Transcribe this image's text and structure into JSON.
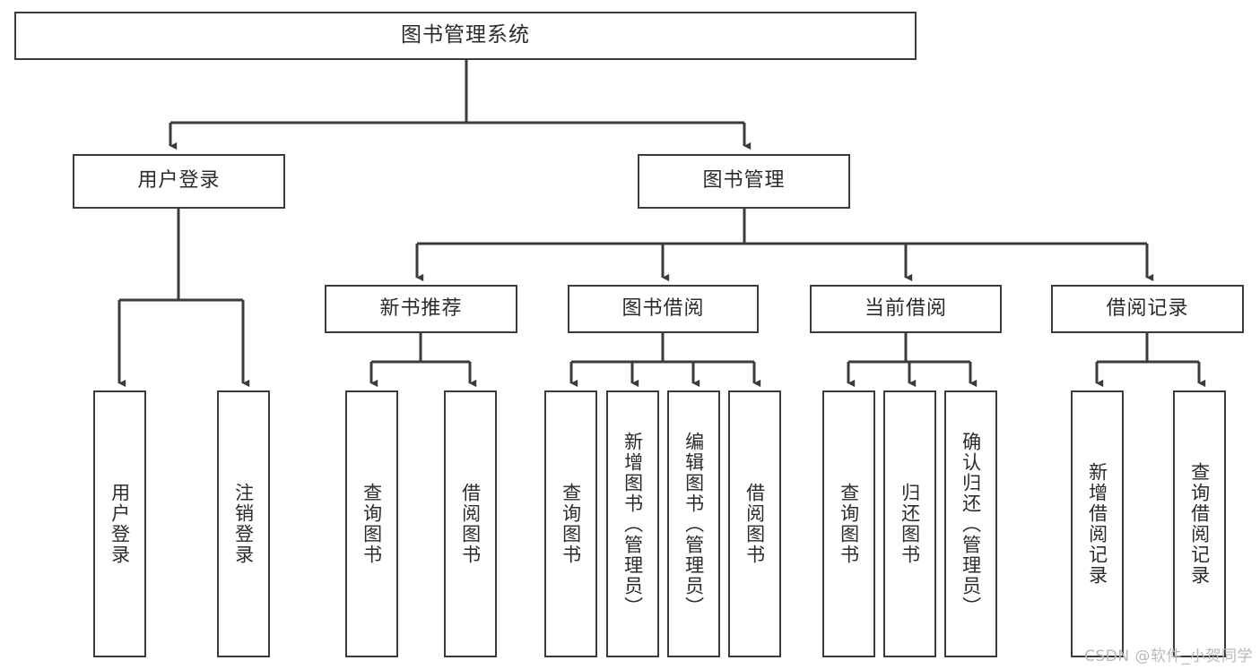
{
  "diagram": {
    "type": "tree-hierarchy-chart",
    "title": "图书管理系统",
    "orientation": "top-down",
    "colors": {
      "box_border": "#3b3b3b",
      "box_fill": "#ffffff",
      "edge": "#3b3b3b",
      "text": "#2b2b2b",
      "background": "#ffffff",
      "watermark": "#b9b9b9"
    },
    "root": {
      "label": "图书管理系统"
    },
    "level2": [
      {
        "label": "用户登录"
      },
      {
        "label": "图书管理"
      }
    ],
    "level3": [
      {
        "label": "新书推荐"
      },
      {
        "label": "图书借阅"
      },
      {
        "label": "当前借阅"
      },
      {
        "label": "借阅记录"
      }
    ],
    "leaves": {
      "user_login": [
        {
          "label": "用户登录"
        },
        {
          "label": "注销登录"
        }
      ],
      "new_book_recommend": [
        {
          "label": "查询图书"
        },
        {
          "label": "借阅图书"
        }
      ],
      "book_borrow": [
        {
          "label": "查询图书"
        },
        {
          "label": "新增图书（管理员）"
        },
        {
          "label": "编辑图书（管理员）"
        },
        {
          "label": "借阅图书"
        }
      ],
      "current_borrow": [
        {
          "label": "查询图书"
        },
        {
          "label": "归还图书"
        },
        {
          "label": "确认归还（管理员）"
        }
      ],
      "borrow_record": [
        {
          "label": "新增借阅记录"
        },
        {
          "label": "查询借阅记录"
        }
      ]
    }
  },
  "watermark": {
    "text": "CSDN @软件_小贺同学"
  }
}
